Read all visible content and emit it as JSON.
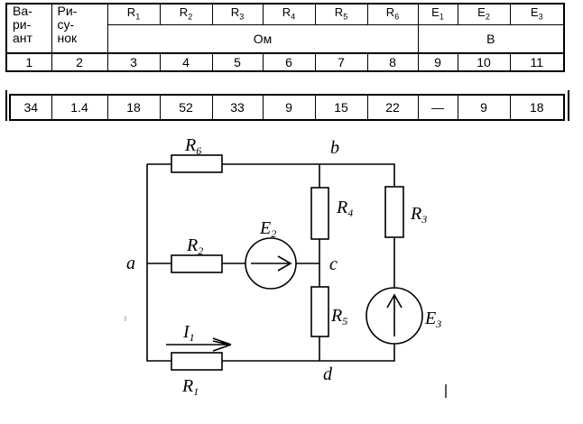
{
  "table": {
    "headers": {
      "variant": [
        "Ва-",
        "ри-",
        "ант"
      ],
      "figure": [
        "Ри-",
        "су-",
        "нок"
      ],
      "resistors": [
        "R1",
        "R2",
        "R3",
        "R4",
        "R5",
        "R6"
      ],
      "emfs": [
        "E1",
        "E2",
        "E3"
      ],
      "unit_ohm": "Ом",
      "unit_volt": "В"
    },
    "column_numbers": [
      "1",
      "2",
      "3",
      "4",
      "5",
      "6",
      "7",
      "8",
      "9",
      "10",
      "11"
    ],
    "row": [
      "34",
      "1.4",
      "18",
      "52",
      "33",
      "9",
      "15",
      "22",
      "—",
      "9",
      "18"
    ]
  },
  "circuit": {
    "labels": {
      "R6": "R6",
      "R2": "R2",
      "R1": "R1",
      "R4": "R4",
      "R5": "R5",
      "R3": "R3",
      "E2": "E2",
      "E3": "E3",
      "I1": "I1",
      "node_a": "a",
      "node_b": "b",
      "node_c": "c",
      "node_d": "d"
    }
  }
}
